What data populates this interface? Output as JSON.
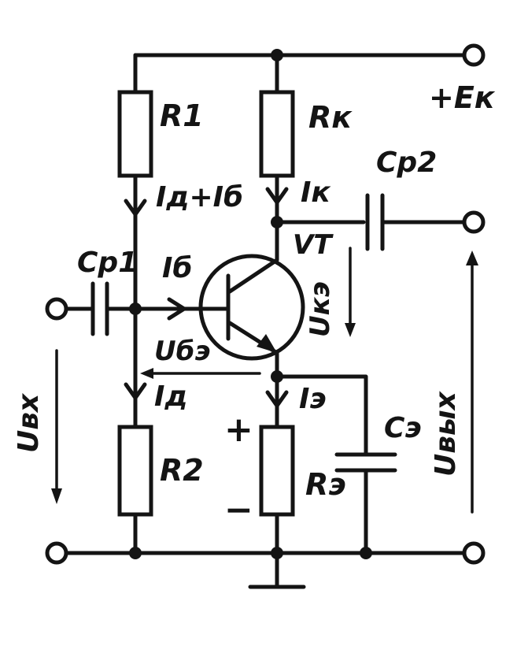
{
  "labels": {
    "r1": "R1",
    "rk": "Rк",
    "ek": "+Eк",
    "cp2": "Cр2",
    "cp1": "Cр1",
    "id_plus_ib": "Iд+Iб",
    "ik": "Iк",
    "vt": "VT",
    "ib": "Iб",
    "ube": "Uбэ",
    "uke": "Uкэ",
    "id": "Iд",
    "ie": "Iэ",
    "ce": "Cэ",
    "uvyh": "Uвых",
    "uvh": "Uвх",
    "r2": "R2",
    "re": "Rэ",
    "plus": "+",
    "minus": "−"
  },
  "colors": {
    "ink": "#141414",
    "paper": "#ffffff"
  }
}
